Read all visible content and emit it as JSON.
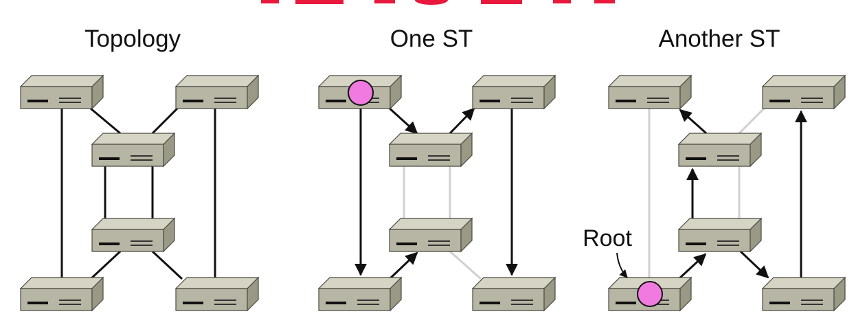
{
  "diagrams": [
    {
      "title": "Topology"
    },
    {
      "title": "One ST"
    },
    {
      "title": "Another ST"
    }
  ],
  "root_label": "Root",
  "colors": {
    "switch_top": "#d6d4c4",
    "switch_front": "#b7b6a4",
    "switch_side": "#9a9985",
    "switch_edge": "#4a4a40",
    "link_active": "#111111",
    "link_inactive": "#d0d0d0",
    "root_marker": "#f07adf",
    "heading_banner": "#e8193c"
  }
}
